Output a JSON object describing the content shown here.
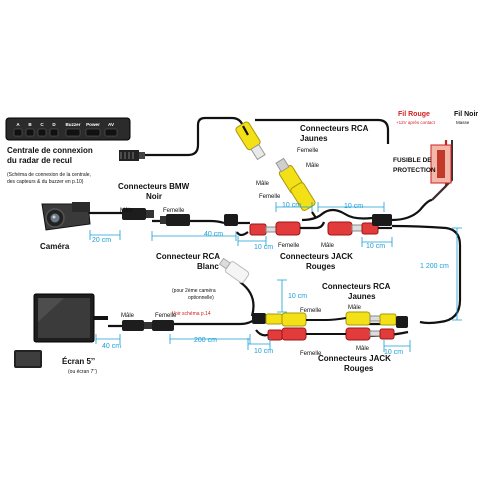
{
  "central_unit": {
    "buttons": [
      "A",
      "B",
      "C",
      "D",
      "Buzzer",
      "Power",
      "AV"
    ],
    "title_line1": "Centrale de connexion",
    "title_line2": "du radar de recul",
    "note_line1": "(Schéma de connexion de la centrale,",
    "note_line2": "des capteurs & du buzzer en p.10)"
  },
  "camera": {
    "label": "Caméra"
  },
  "screen": {
    "label": "Écran 5’’",
    "sub": "(ou écran 7’’)"
  },
  "bmw": {
    "title_line1": "Connecteurs BMW",
    "title_line2": "Noir",
    "male": "Mâle",
    "femelle": "Femelle"
  },
  "rca_top": {
    "title_line1": "Connecteurs RCA",
    "title_line2": "Jaunes",
    "femelle": "Femelle",
    "male1": "Mâle",
    "male2": "Mâle",
    "femelle2": "Femelle"
  },
  "jack_top": {
    "title_line1": "Connecteurs JACK",
    "title_line2": "Rouges",
    "femelle": "Femelle",
    "male": "Mâle"
  },
  "rca_white": {
    "title_line1": "Connecteur RCA",
    "title_line2": "Blanc",
    "note_line1": "(pour 2ème caméra",
    "note_line2": "optionnelle)",
    "voir": "Voir schéma p.14"
  },
  "rca_bottom": {
    "title_line1": "Connecteurs RCA",
    "title_line2": "Jaunes",
    "male": "Mâle",
    "femelle": "Femelle"
  },
  "jack_bottom": {
    "title_line1": "Connecteurs JACK",
    "title_line2": "Rouges",
    "male": "Mâle",
    "femelle": "Femelle"
  },
  "power": {
    "fil_rouge": "Fil Rouge",
    "fil_rouge_sub": "+12V après contact",
    "fil_noir": "Fil Noir",
    "fil_noir_sub": "Masse",
    "fuse_line1": "FUSIBLE DE",
    "fuse_line2": "PROTECTION"
  },
  "screen_cable": {
    "male": "Mâle",
    "femelle": "Femelle"
  },
  "dims": {
    "cam": "20 cm",
    "bmw": "40 cm",
    "jack_top_left": "10 cm",
    "rca_top_left": "10 cm",
    "rca_top_right": "10 cm",
    "jack_top_right": "10 cm",
    "long": "1 200 cm",
    "white": "10 cm",
    "screen_a": "40 cm",
    "screen_b": "200 cm",
    "bottom_left": "10 cm",
    "bottom_right": "10 cm"
  },
  "colors": {
    "dim": "#1a9fd6",
    "red": "#d21f1f",
    "yellow": "#f4e017",
    "jack": "#e23b3b",
    "cable": "#111111"
  }
}
